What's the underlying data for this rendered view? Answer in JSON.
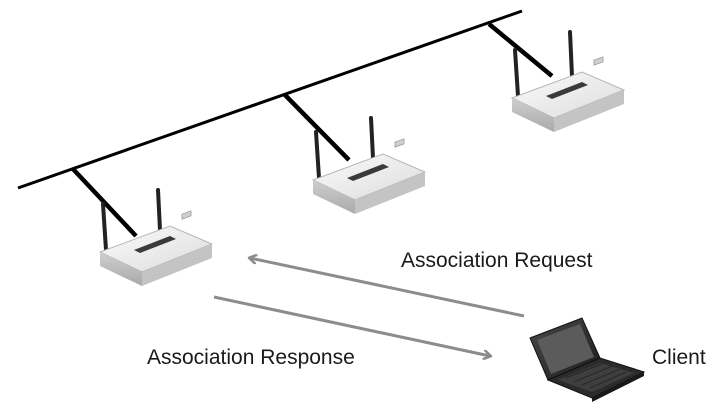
{
  "diagram": {
    "labels": {
      "association_request": "Association Request",
      "association_response": "Association Response",
      "client": "Client"
    },
    "nodes": [
      {
        "id": "ap-left",
        "type": "wireless-access-point"
      },
      {
        "id": "ap-middle",
        "type": "wireless-access-point"
      },
      {
        "id": "ap-right",
        "type": "wireless-access-point"
      },
      {
        "id": "client",
        "type": "laptop"
      }
    ],
    "links": [
      {
        "from": "client",
        "to": "ap-left",
        "label": "Association Request"
      },
      {
        "from": "ap-left",
        "to": "client",
        "label": "Association Response"
      }
    ],
    "colors": {
      "backbone": "#000000",
      "arrow": "#8c8c8c",
      "device_body": "#e6e6e6",
      "text": "#1a1a1a"
    }
  }
}
